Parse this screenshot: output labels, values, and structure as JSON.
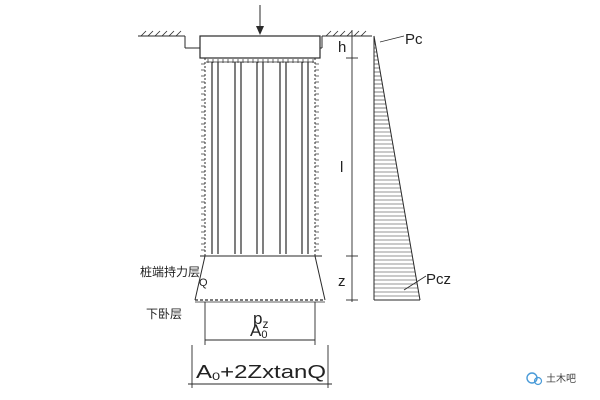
{
  "labels": {
    "h": "h",
    "pc": "Pc",
    "l": "l",
    "z": "z",
    "pcz": "Pcz",
    "q": "Q",
    "pz_main": "p",
    "pz_sub": "z",
    "a0_main": "A",
    "a0_sub": "0",
    "formula_start": "A",
    "formula_sub": "0",
    "formula_rest": "+2ZxtanQ",
    "bearing_layer": "桩端持力层",
    "lower_layer": "下卧层",
    "watermark": "土木吧"
  },
  "colors": {
    "line": "#2a2a2a",
    "watermark_icon": "#4a9bd8"
  }
}
